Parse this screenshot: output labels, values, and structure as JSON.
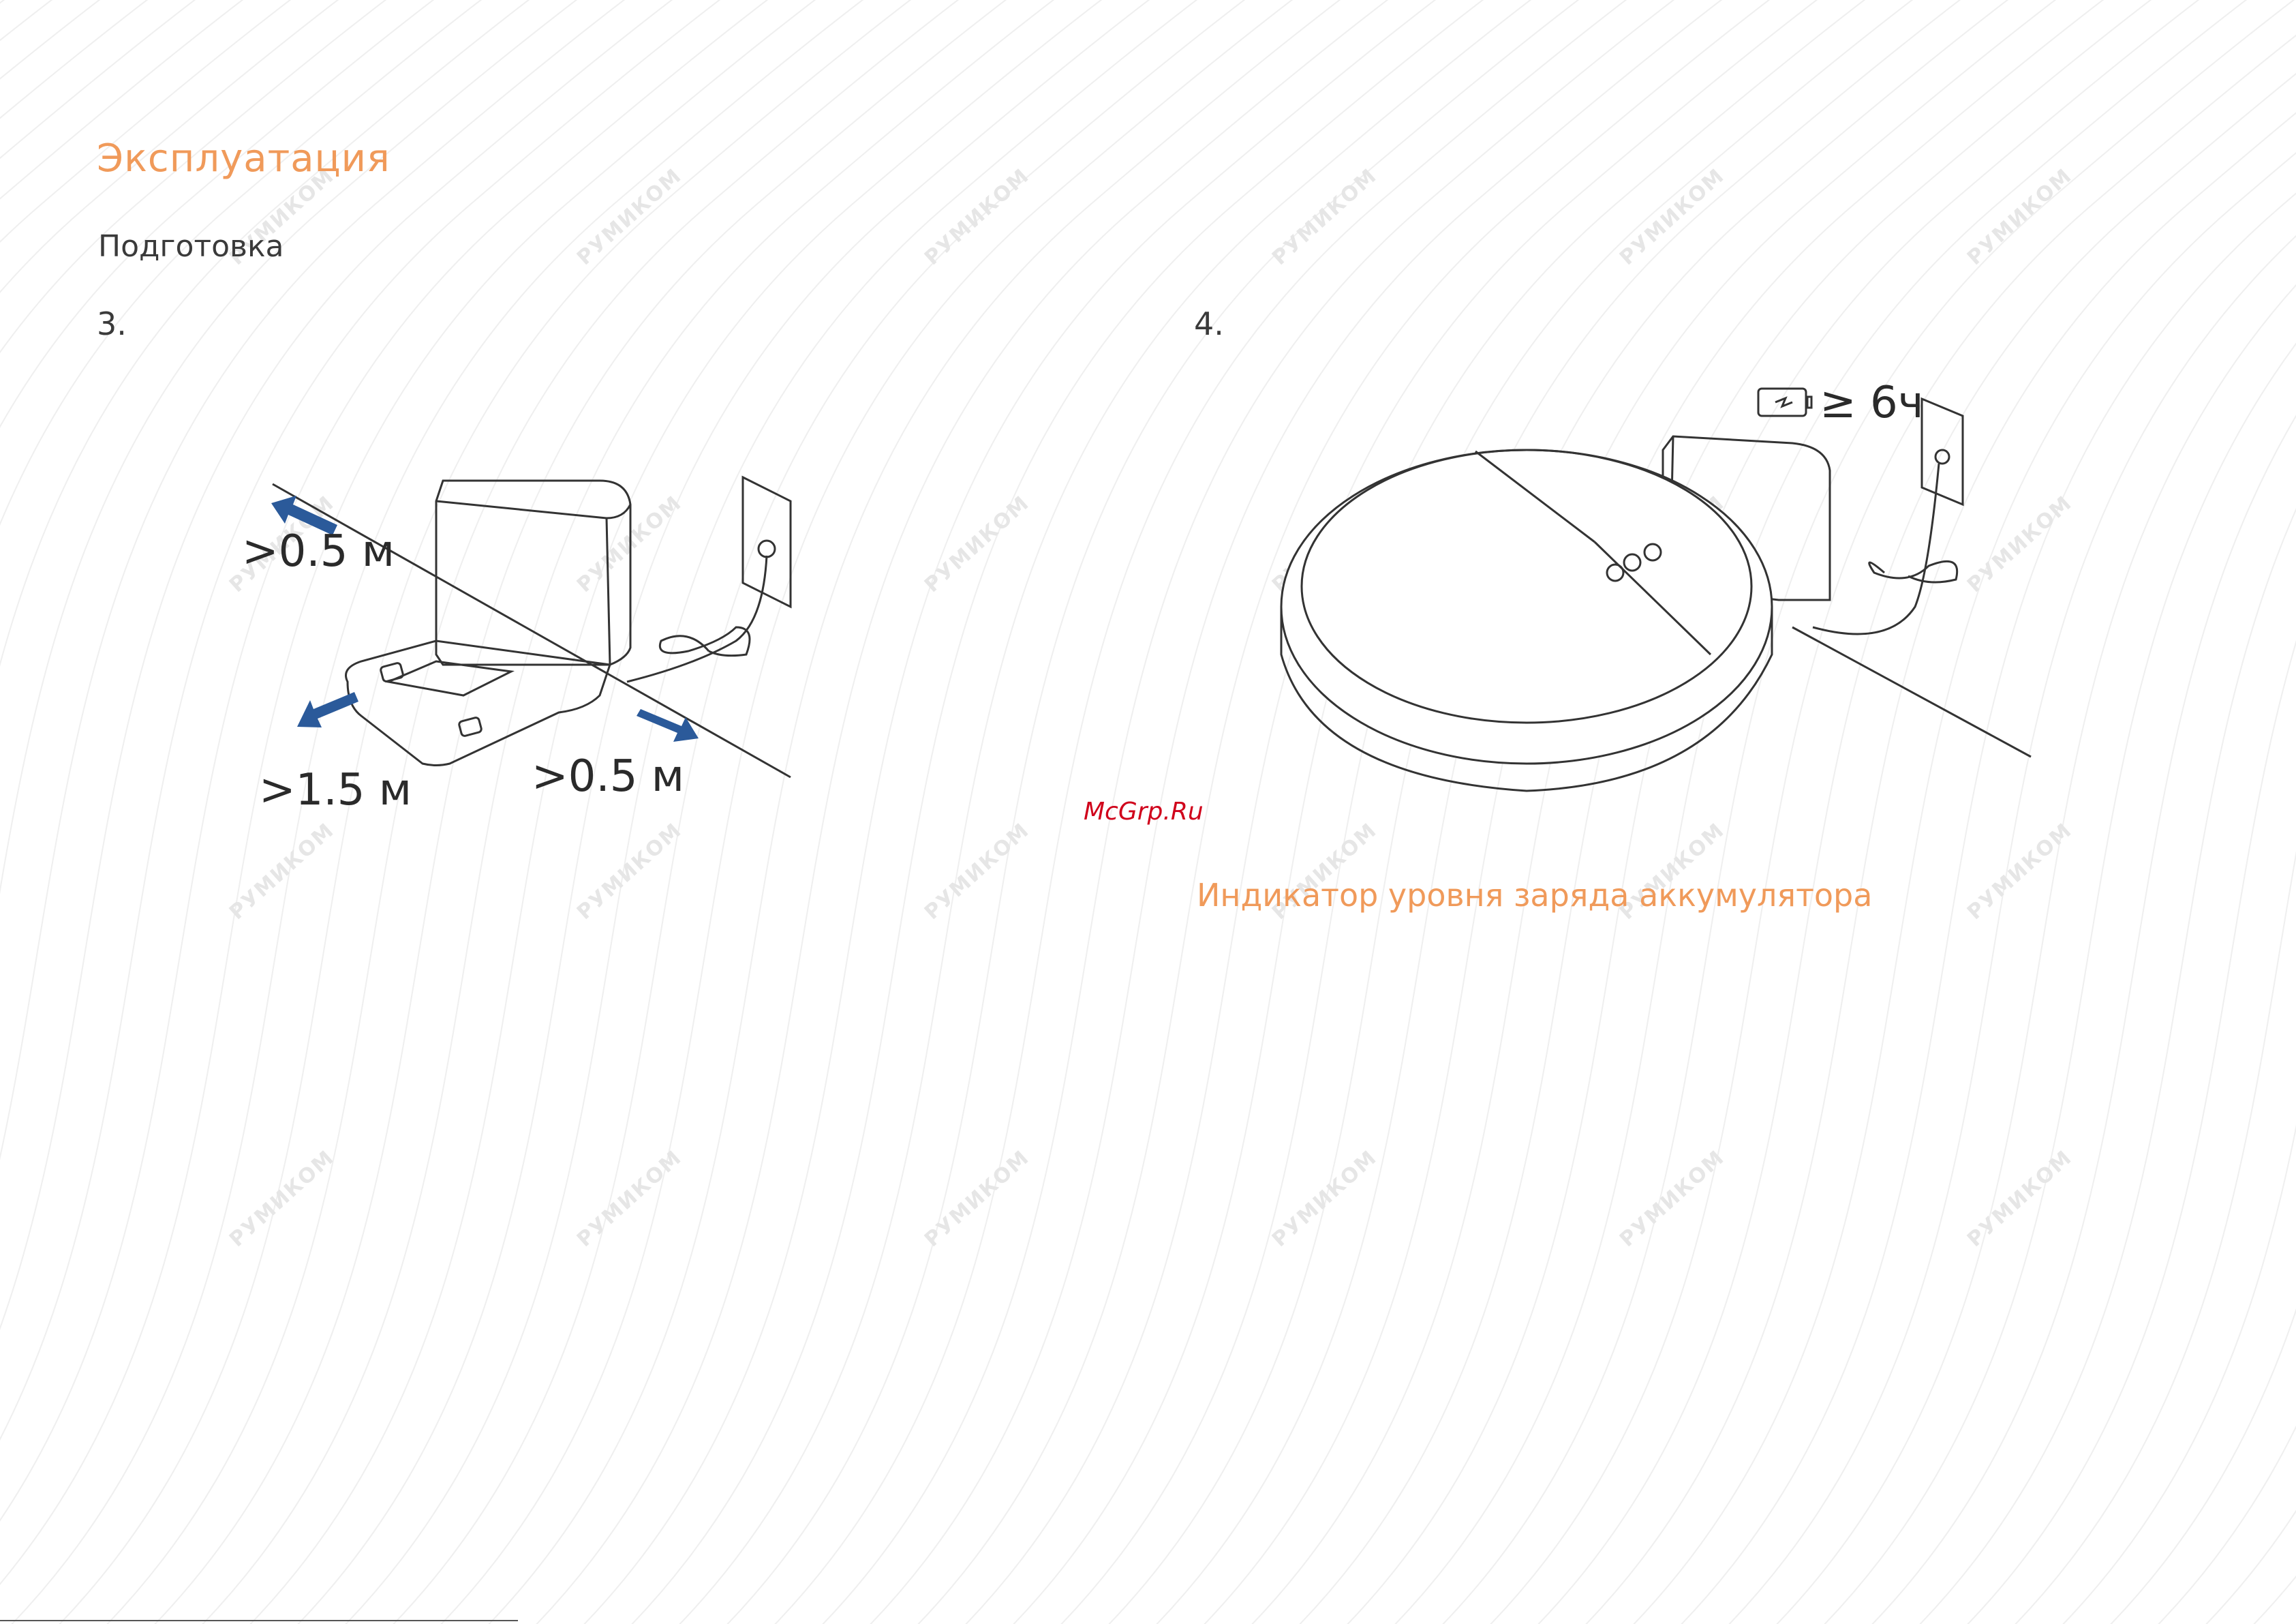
{
  "header": {
    "section_title": "Эксплуатация",
    "subtitle": "Подготовка"
  },
  "steps": [
    {
      "number": "3."
    },
    {
      "number": "4."
    }
  ],
  "figure3": {
    "clearance_left": ">0.5 м",
    "clearance_front": ">1.5 м",
    "clearance_right": ">0.5 м"
  },
  "figure4": {
    "charge_time": "≥ 6ч"
  },
  "caption": "Индикатор уровня заряда аккумулятора",
  "site_watermark": "McGrp.Ru",
  "watermark_text": "РУМИКОМ",
  "colors": {
    "accent": "#f09a5a",
    "arrow": "#2b5a9a",
    "site": "#d0021b"
  }
}
